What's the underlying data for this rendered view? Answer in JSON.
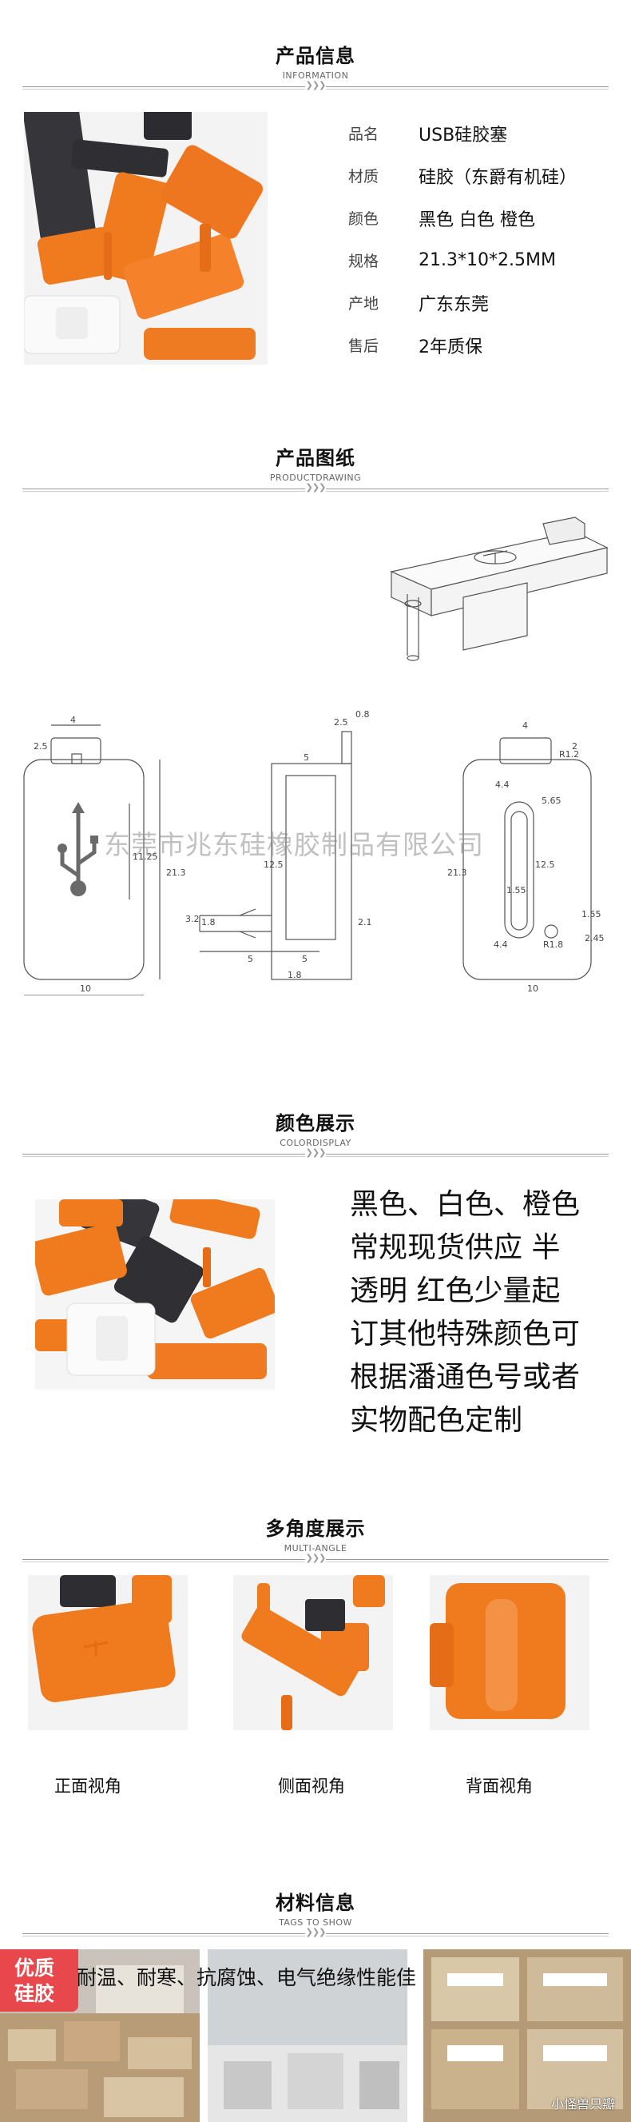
{
  "sections": {
    "info": {
      "title": "产品信息",
      "subtitle": "INFORMATION"
    },
    "drawing": {
      "title": "产品图纸",
      "subtitle": "PRODUCTDRAWING"
    },
    "color": {
      "title": "颜色展示",
      "subtitle": "COLORDISPLAY"
    },
    "angle": {
      "title": "多角度展示",
      "subtitle": "MULTI-ANGLE"
    },
    "material": {
      "title": "材料信息",
      "subtitle": "TAGS TO SHOW"
    }
  },
  "info_rows": [
    {
      "key": "品名",
      "value": "USB硅胶塞"
    },
    {
      "key": "材质",
      "value": "硅胶（东爵有机硅）"
    },
    {
      "key": "颜色",
      "value": "黑色 白色 橙色"
    },
    {
      "key": "规格",
      "value": "21.3*10*2.5MM"
    },
    {
      "key": "产地",
      "value": "广东东莞"
    },
    {
      "key": "售后",
      "value": "2年质保"
    }
  ],
  "drawing_dims": {
    "d1": "4",
    "d2": "2.5",
    "d3": "21.3",
    "d4": "11.25",
    "d5": "10",
    "d6": "0.8",
    "d7": "2.5",
    "d8": "5",
    "d9": "12.5",
    "d10": "3.2",
    "d11": "1.8",
    "d12": "2.1",
    "d13": "5",
    "d14": "5",
    "d15": "1.8",
    "d16": "4",
    "d17": "2",
    "d18": "R1.2",
    "d19": "5.65",
    "d20": "4.4",
    "d21": "12.5",
    "d22": "21.3",
    "d23": "1.55",
    "d24": "1.55",
    "d25": "R1.8",
    "d26": "4.4",
    "d27": "2.45",
    "d28": "10"
  },
  "watermark": "东莞市兆东硅橡胶制品有限公司",
  "color_text_lines": [
    "黑色、白色、橙色",
    "常规现货供应 半",
    "透明 红色少量起",
    "订其他特殊颜色可",
    "根据潘通色号或者",
    "实物配色定制"
  ],
  "angles": [
    {
      "label": "正面视角"
    },
    {
      "label": "侧面视角"
    },
    {
      "label": "背面视角"
    }
  ],
  "material": {
    "badge_line1": "优质",
    "badge_line2": "硅胶",
    "caption": "耐温、耐寒、抗腐蚀、电气绝缘性能佳",
    "corner": "小怪兽只瓣"
  },
  "colors": {
    "orange": "#f07a1e",
    "dark": "#3a3a3e",
    "white": "#f6f6f6",
    "badge": "#e8474c"
  }
}
